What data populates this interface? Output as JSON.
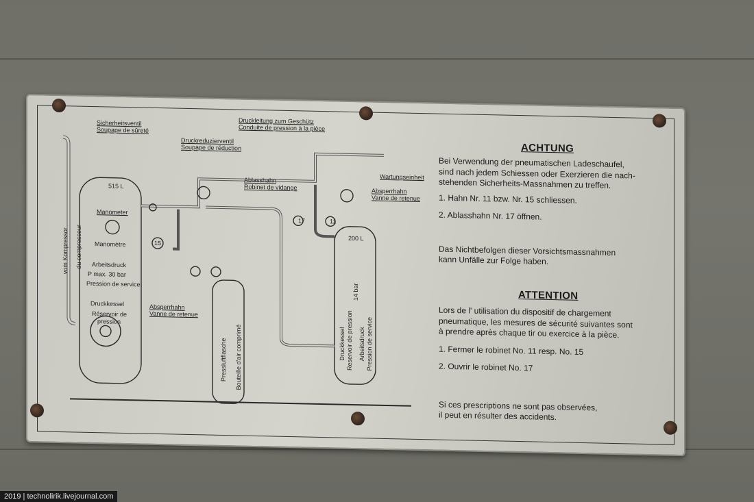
{
  "diagram": {
    "safety_valve": "Sicherheitsventil",
    "safety_valve_fr": "Soupape de sûreté",
    "reducer": "Druckreduzierventil",
    "reducer_fr": "Soupape de réduction",
    "pressure_line": "Druckleitung zum Geschütz",
    "pressure_line_fr": "Conduite de pression à la pièce",
    "drain": "Ablasshahn",
    "drain_fr": "Robinet de vidange",
    "maintenance": "Wartungseinheit",
    "shutoff1": "Absperrhahn",
    "shutoff1_fr": "Vanne de retenue",
    "shutoff2": "Absperrhahn",
    "shutoff2_fr": "Vanne de retenue",
    "tank1_volume": "515 L",
    "tank2_volume": "200 L",
    "manometer": "Manometer",
    "manometer_fr": "Manomètre",
    "working_pressure": "Arbeitsdruck",
    "pmax": "P max. 30 bar",
    "pression_service": "Pression de service",
    "vessel": "Druckkessel",
    "vessel_fr": "Réservoir de",
    "vessel_fr2": "pression",
    "compressor": "vom Kompressor",
    "compressor_fr": "du compresseur",
    "bottle": "Pressluftflasche",
    "bottle_fr": "Bouteille d'air comprimé",
    "tank2_label": "Druckkessel",
    "tank2_label_fr": "Reservoir de pression",
    "tank2_wp": "Arbeitsdruck",
    "tank2_wp_fr": "Pression de service",
    "tank2_bar": "14 bar",
    "n15": "15",
    "n17": "17",
    "n11": "11"
  },
  "german": {
    "heading": "ACHTUNG",
    "l1": "Bei Verwendung der pneumatischen Ladeschaufel,",
    "l2": "sind nach jedem Schiessen oder Exerzieren die nach-",
    "l3": "stehenden Sicherheits-Massnahmen zu treffen.",
    "s1": "1. Hahn Nr. 11 bzw. Nr. 15 schliessen.",
    "s2": "2. Ablasshahn  Nr. 17 öffnen.",
    "w1": "Das Nichtbefolgen dieser Vorsichtsmassnahmen",
    "w2": "kann Unfälle zur Folge haben."
  },
  "french": {
    "heading": "ATTENTION",
    "l1": "Lors de l' utilisation du dispositif de chargement",
    "l2": "pneumatique, les mesures de sécurité  suivantes sont",
    "l3": "à prendre après chaque tir ou exercice à la pièce.",
    "s1": "1. Fermer le robinet No. 11 resp. No. 15",
    "s2": "2. Ouvrir le robinet No. 17",
    "w1": "Si ces prescriptions ne sont pas observées,",
    "w2": "il peut en résulter des accidents."
  },
  "watermark": "2019  |  technolirik.livejournal.com"
}
